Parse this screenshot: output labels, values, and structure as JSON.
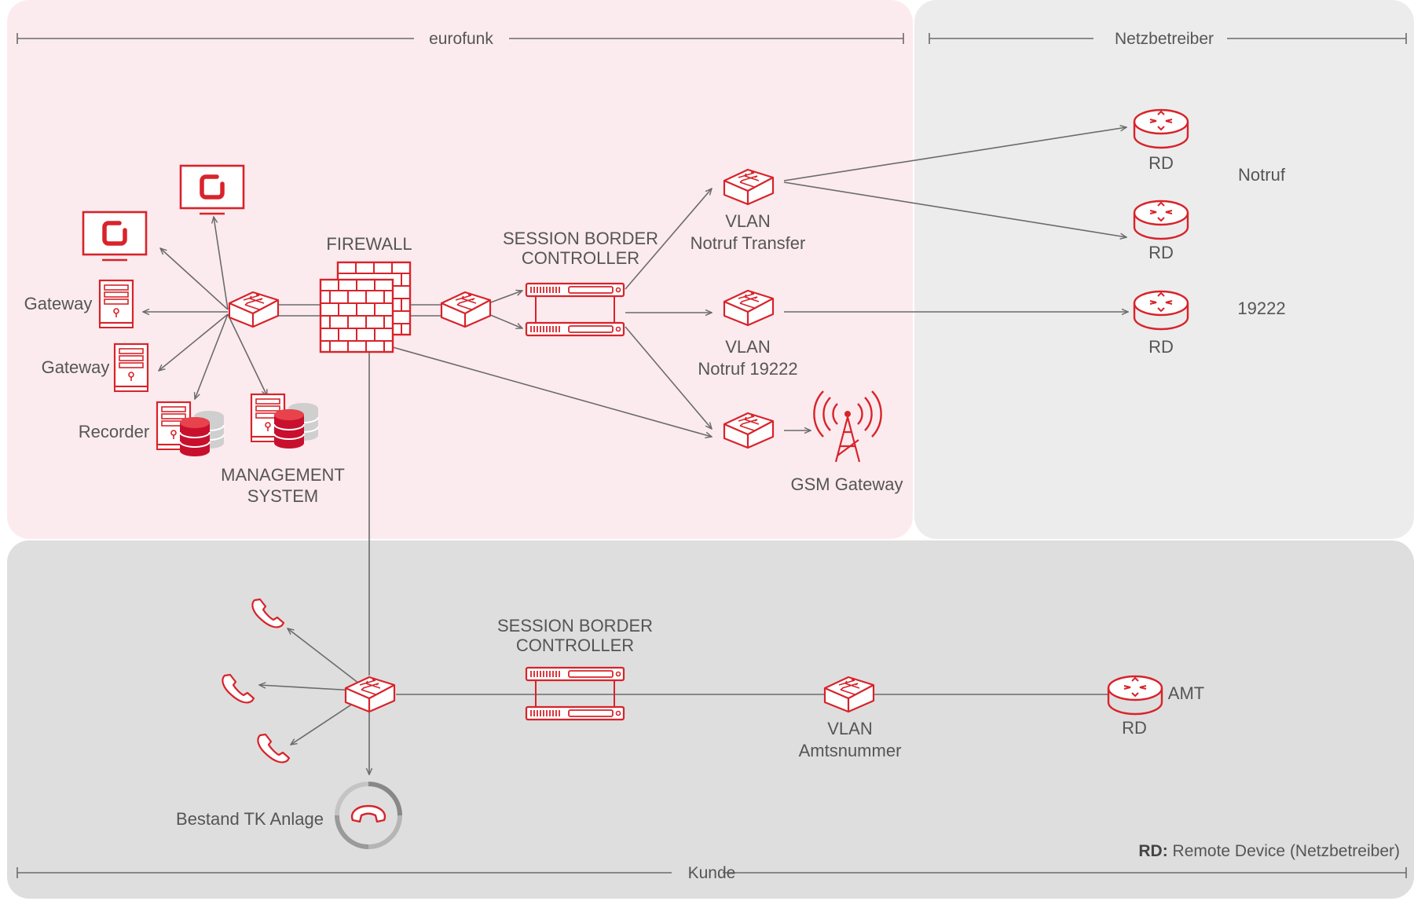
{
  "zones": {
    "eurofunk": "eurofunk",
    "netzbetreiber": "Netzbetreiber",
    "kunde": "Kunde"
  },
  "labels": {
    "firewall": "FIREWALL",
    "sbc_top_line1": "SESSION BORDER",
    "sbc_top_line2": "CONTROLLER",
    "vlan_transfer_line1": "VLAN",
    "vlan_transfer_line2": "Notruf Transfer",
    "vlan_19222_line1": "VLAN",
    "vlan_19222_line2": "Notruf 19222",
    "gsm_gateway": "GSM Gateway",
    "gateway_1": "Gateway",
    "gateway_2": "Gateway",
    "recorder": "Recorder",
    "mgmt_line1": "MANAGEMENT",
    "mgmt_line2": "SYSTEM",
    "rd_1": "RD",
    "rd_2": "RD",
    "rd_3": "RD",
    "notruf": "Notruf",
    "num_19222": "19222",
    "sbc_bottom_line1": "SESSION BORDER",
    "sbc_bottom_line2": "CONTROLLER",
    "vlan_amts_line1": "VLAN",
    "vlan_amts_line2": "Amtsnummer",
    "rd_amt": "RD",
    "amt": "AMT",
    "bestand": "Bestand TK Anlage",
    "legend_bold": "RD:",
    "legend_text": " Remote Device (Netzbetreiber)"
  },
  "colors": {
    "accent_red": "#d8232a",
    "eurofunk_bg": "#fcebee",
    "netz_bg": "#ececec",
    "kunde_bg": "#dedede",
    "line_gray": "#6b6b6b"
  }
}
